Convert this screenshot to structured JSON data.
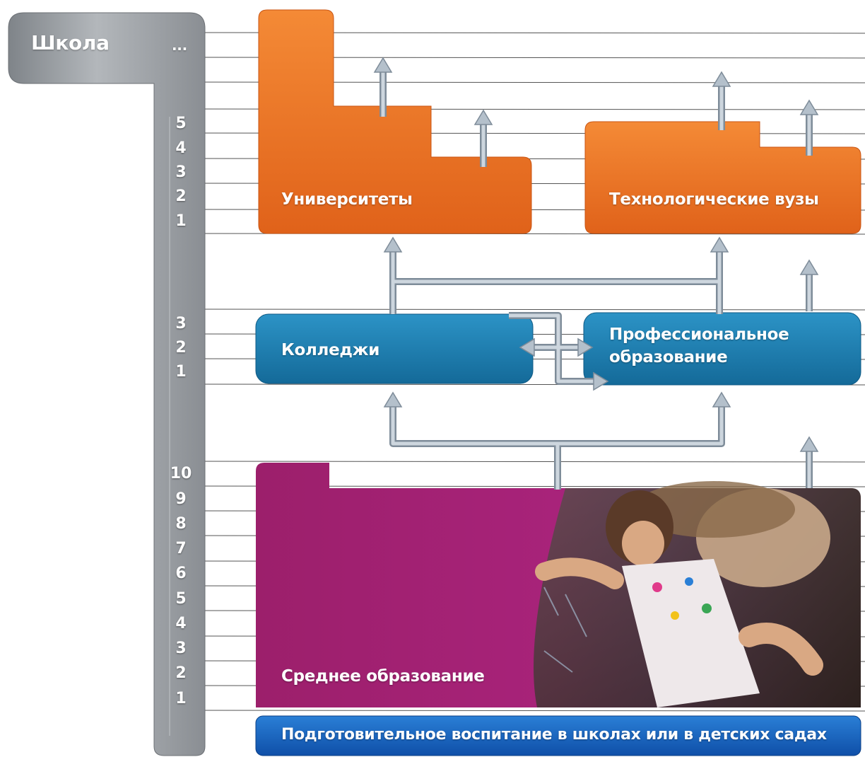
{
  "school_bar": {
    "title": "Школа",
    "ellipsis": "...",
    "higher_years": [
      "5",
      "4",
      "3",
      "2",
      "1"
    ],
    "middle_years": [
      "3",
      "2",
      "1"
    ],
    "secondary_years": [
      "10",
      "9",
      "8",
      "7",
      "6",
      "5",
      "4",
      "3",
      "2",
      "1"
    ]
  },
  "blocks": {
    "universities": "Университеты",
    "tech_universities": "Технологические вузы",
    "colleges": "Колледжи",
    "vocational_line1": "Профессиональное",
    "vocational_line2": "образование",
    "secondary": "Среднее образование",
    "preschool": "Подготовительное воспитание в школах или в детских садах"
  },
  "colors": {
    "bar_gray": "#9ea2a6",
    "orange": "#ee7625",
    "blue": "#1d82b5",
    "magenta": "#a3206f",
    "preschool_blue": "#1565c0",
    "arrow": "#a9b6c3"
  }
}
